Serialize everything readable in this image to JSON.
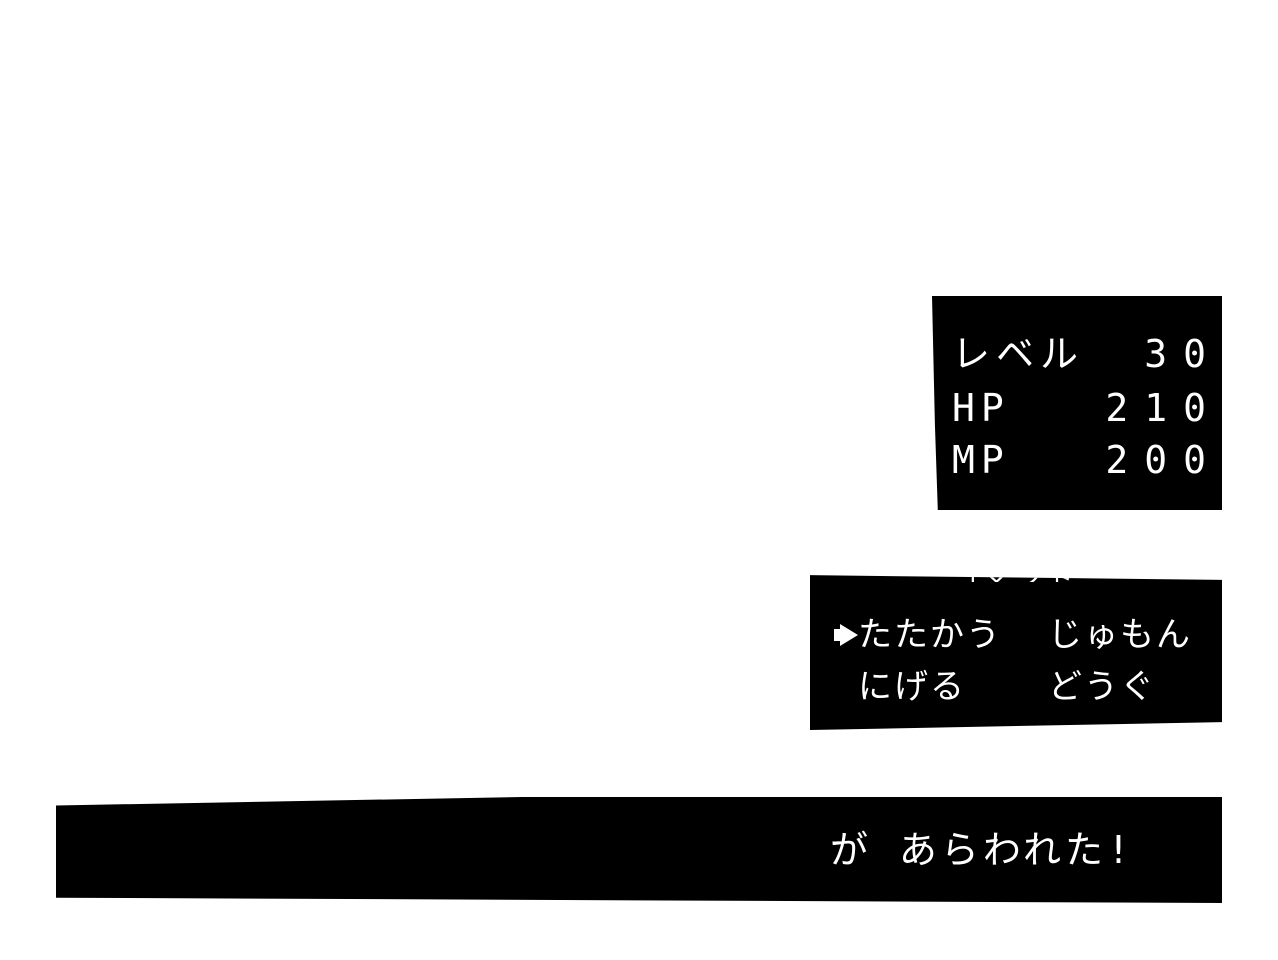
{
  "status_window": {
    "title": "わたし",
    "rows": [
      {
        "label": "レベル",
        "value": "30"
      },
      {
        "label": "HP",
        "value": "210"
      },
      {
        "label": "MP",
        "value": "200"
      }
    ]
  },
  "command_window": {
    "title": "コマンド",
    "commands": {
      "fight": "たたかう",
      "spell": "じゅもん",
      "run": "にげる",
      "item": "どうぐ"
    },
    "selected": "たたかう"
  },
  "message_window": {
    "text": "が あらわれた!"
  }
}
